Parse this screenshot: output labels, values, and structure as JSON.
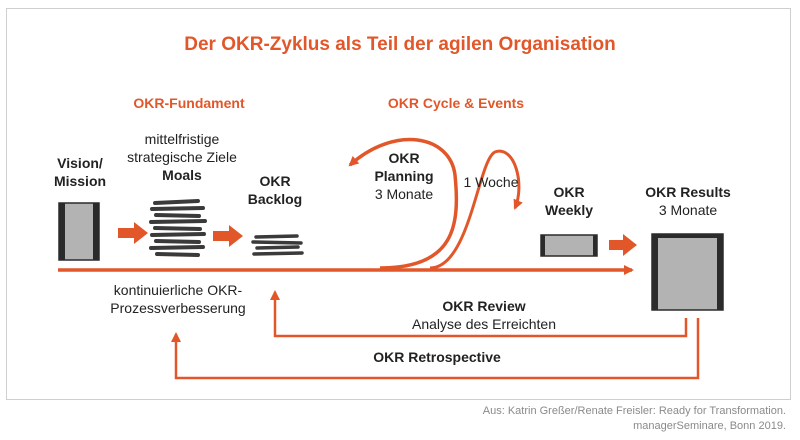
{
  "title": "Der OKR-Zyklus als Teil der agilen Organisation",
  "sections": {
    "fundament": "OKR-Fundament",
    "cycle": "OKR Cycle & Events"
  },
  "nodes": {
    "vision": {
      "line1": "Vision/",
      "line2": "Mission"
    },
    "moals": {
      "line1": "mittelfristige",
      "line2": "strategische Ziele",
      "name": "Moals"
    },
    "backlog": {
      "line1": "OKR",
      "line2": "Backlog"
    },
    "planning": {
      "line1": "OKR",
      "line2": "Planning",
      "duration": "3 Monate"
    },
    "weekly": {
      "line1": "OKR",
      "line2": "Weekly",
      "loop_label": "1 Woche"
    },
    "results": {
      "name": "OKR Results",
      "duration": "3 Monate"
    }
  },
  "process_improvement": {
    "line1": "kontinuierliche OKR-",
    "line2": "Prozessverbesserung"
  },
  "review": {
    "name": "OKR Review",
    "desc": "Analyse des Erreichten"
  },
  "retrospective": {
    "name": "OKR Retrospective"
  },
  "source": {
    "line1": "Aus: Katrin Greßer/Renate Freisler: Ready for Transformation.",
    "line2": "managerSeminare, Bonn 2019."
  },
  "colors": {
    "accent": "#e2572a",
    "box_fill": "#b3b3b3",
    "box_edge": "#2b2b2b"
  }
}
